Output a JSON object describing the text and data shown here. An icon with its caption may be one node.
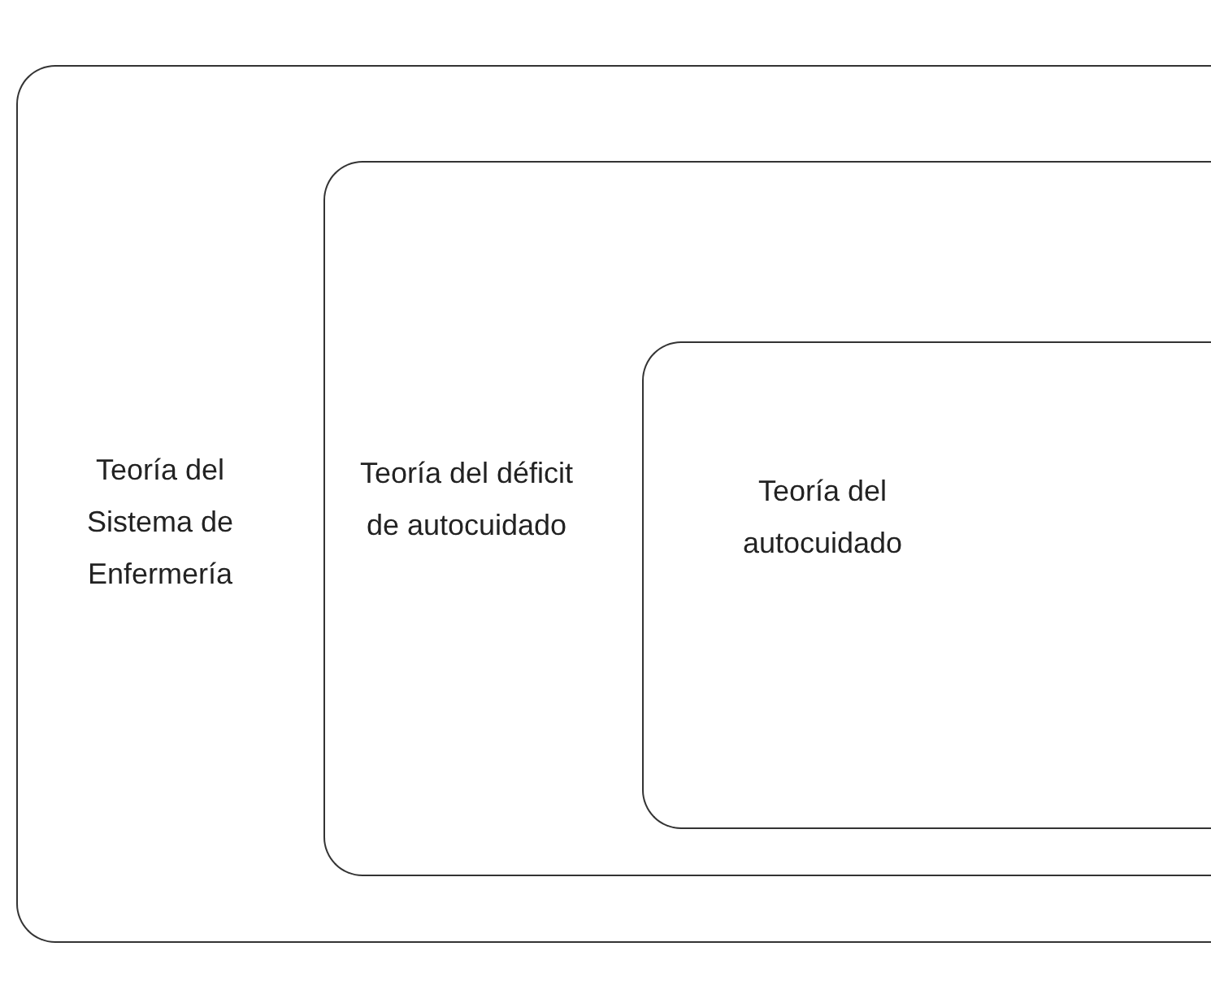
{
  "diagram": {
    "nodes": [
      {
        "text": [
          "Teoría del Sistema de Enfermería"
        ]
      },
      {
        "text": [
          "Teoría del déficit de autocuidado"
        ],
        "in": 0
      },
      {
        "text": [
          "Teoría del autocuidado"
        ],
        "in": 1
      }
    ]
  }
}
